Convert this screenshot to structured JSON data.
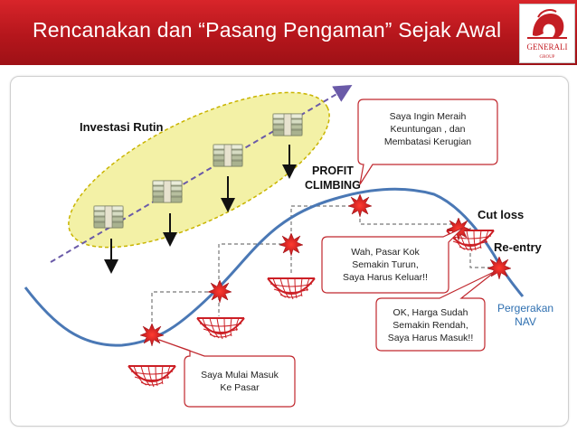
{
  "header": {
    "title": "Rencanakan dan “Pasang Pengaman” Sejak Awal",
    "logo_text": "GENERALI",
    "logo_subtext": "GROUP",
    "background_color": "#c41e24"
  },
  "diagram": {
    "investasi_label": "Investasi Rutin",
    "profit_label_line1": "PROFIT",
    "profit_label_line2": "CLIMBING",
    "cutloss_label": "Cut loss",
    "reentry_label": "Re-entry",
    "nav_label_line1": "Pergerakan",
    "nav_label_line2": "NAV",
    "callouts": {
      "meraih": [
        "Saya Ingin Meraih",
        "Keuntungan , dan",
        "Membatasi Kerugian"
      ],
      "turun": [
        "Wah, Pasar Kok",
        "Semakin Turun,",
        "Saya Harus Keluar!!"
      ],
      "murah": [
        "OK, Harga Sudah",
        "Semakin Rendah,",
        "Saya Harus Masuk!!"
      ],
      "mulai": [
        "Saya Mulai Masuk",
        "Ke Pasar"
      ]
    },
    "colors": {
      "nav_line": "#4a78b5",
      "net": "#cc1f25",
      "ellipse_fill": "#f3f1a6",
      "ellipse_stroke": "#c9b400",
      "nav_label": "#2e6fb0"
    }
  }
}
